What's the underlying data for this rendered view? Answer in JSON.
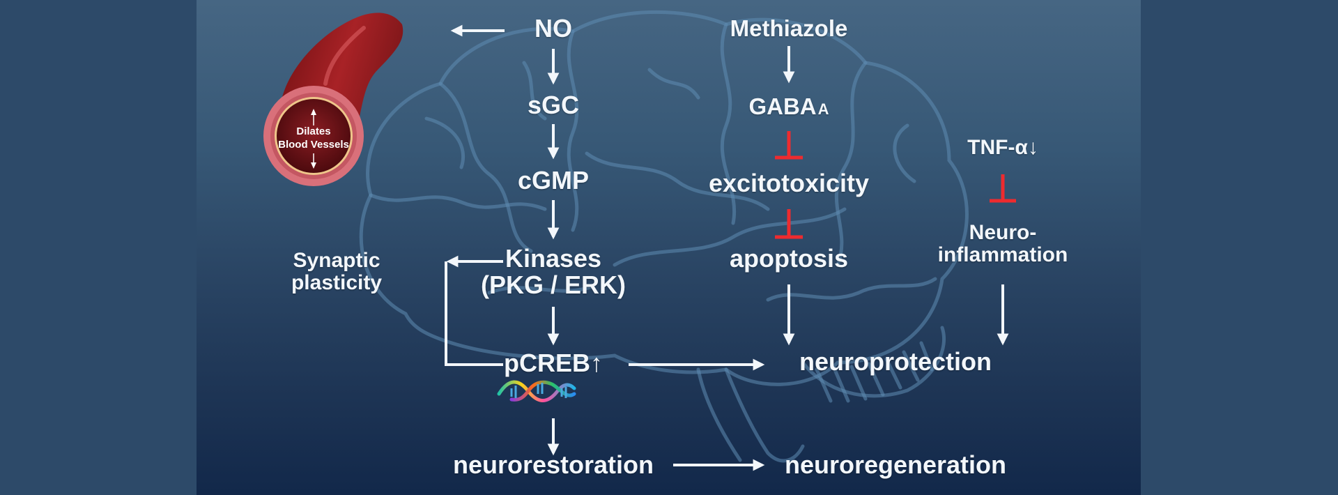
{
  "colors": {
    "side_band": "#2d4a69",
    "panel_top": "#466683",
    "panel_bottom": "#12284a",
    "text": "#f3f7fb",
    "inhibit": "#ee2b2f",
    "vessel": "#9a1c1c",
    "brain_outline": "#5f8db3"
  },
  "vessel": {
    "label_line1": "Dilates",
    "label_line2": "Blood Vessels",
    "icon": "blood-vessel-icon"
  },
  "nodes": {
    "no": "NO",
    "sgc": "sGC",
    "cgmp": "cGMP",
    "kinases_line1": "Kinases",
    "kinases_line2": "(PKG / ERK)",
    "synaptic_line1": "Synaptic",
    "synaptic_line2": "plasticity",
    "pcreb": "pCREB↑",
    "neurorestoration": "neurorestoration",
    "neuroregeneration": "neuroregeneration",
    "methiazole": "Methiazole",
    "gaba": "GABA",
    "gaba_sub": "A",
    "excitotoxicity": "excitotoxicity",
    "apoptosis": "apoptosis",
    "neuroprotection": "neuroprotection",
    "tnf": "TNF-α↓",
    "neuroinflammation_line1": "Neuro-",
    "neuroinflammation_line2": "inflammation"
  },
  "icons": {
    "dna": "dna-helix-icon",
    "brain": "brain-outline-icon"
  }
}
